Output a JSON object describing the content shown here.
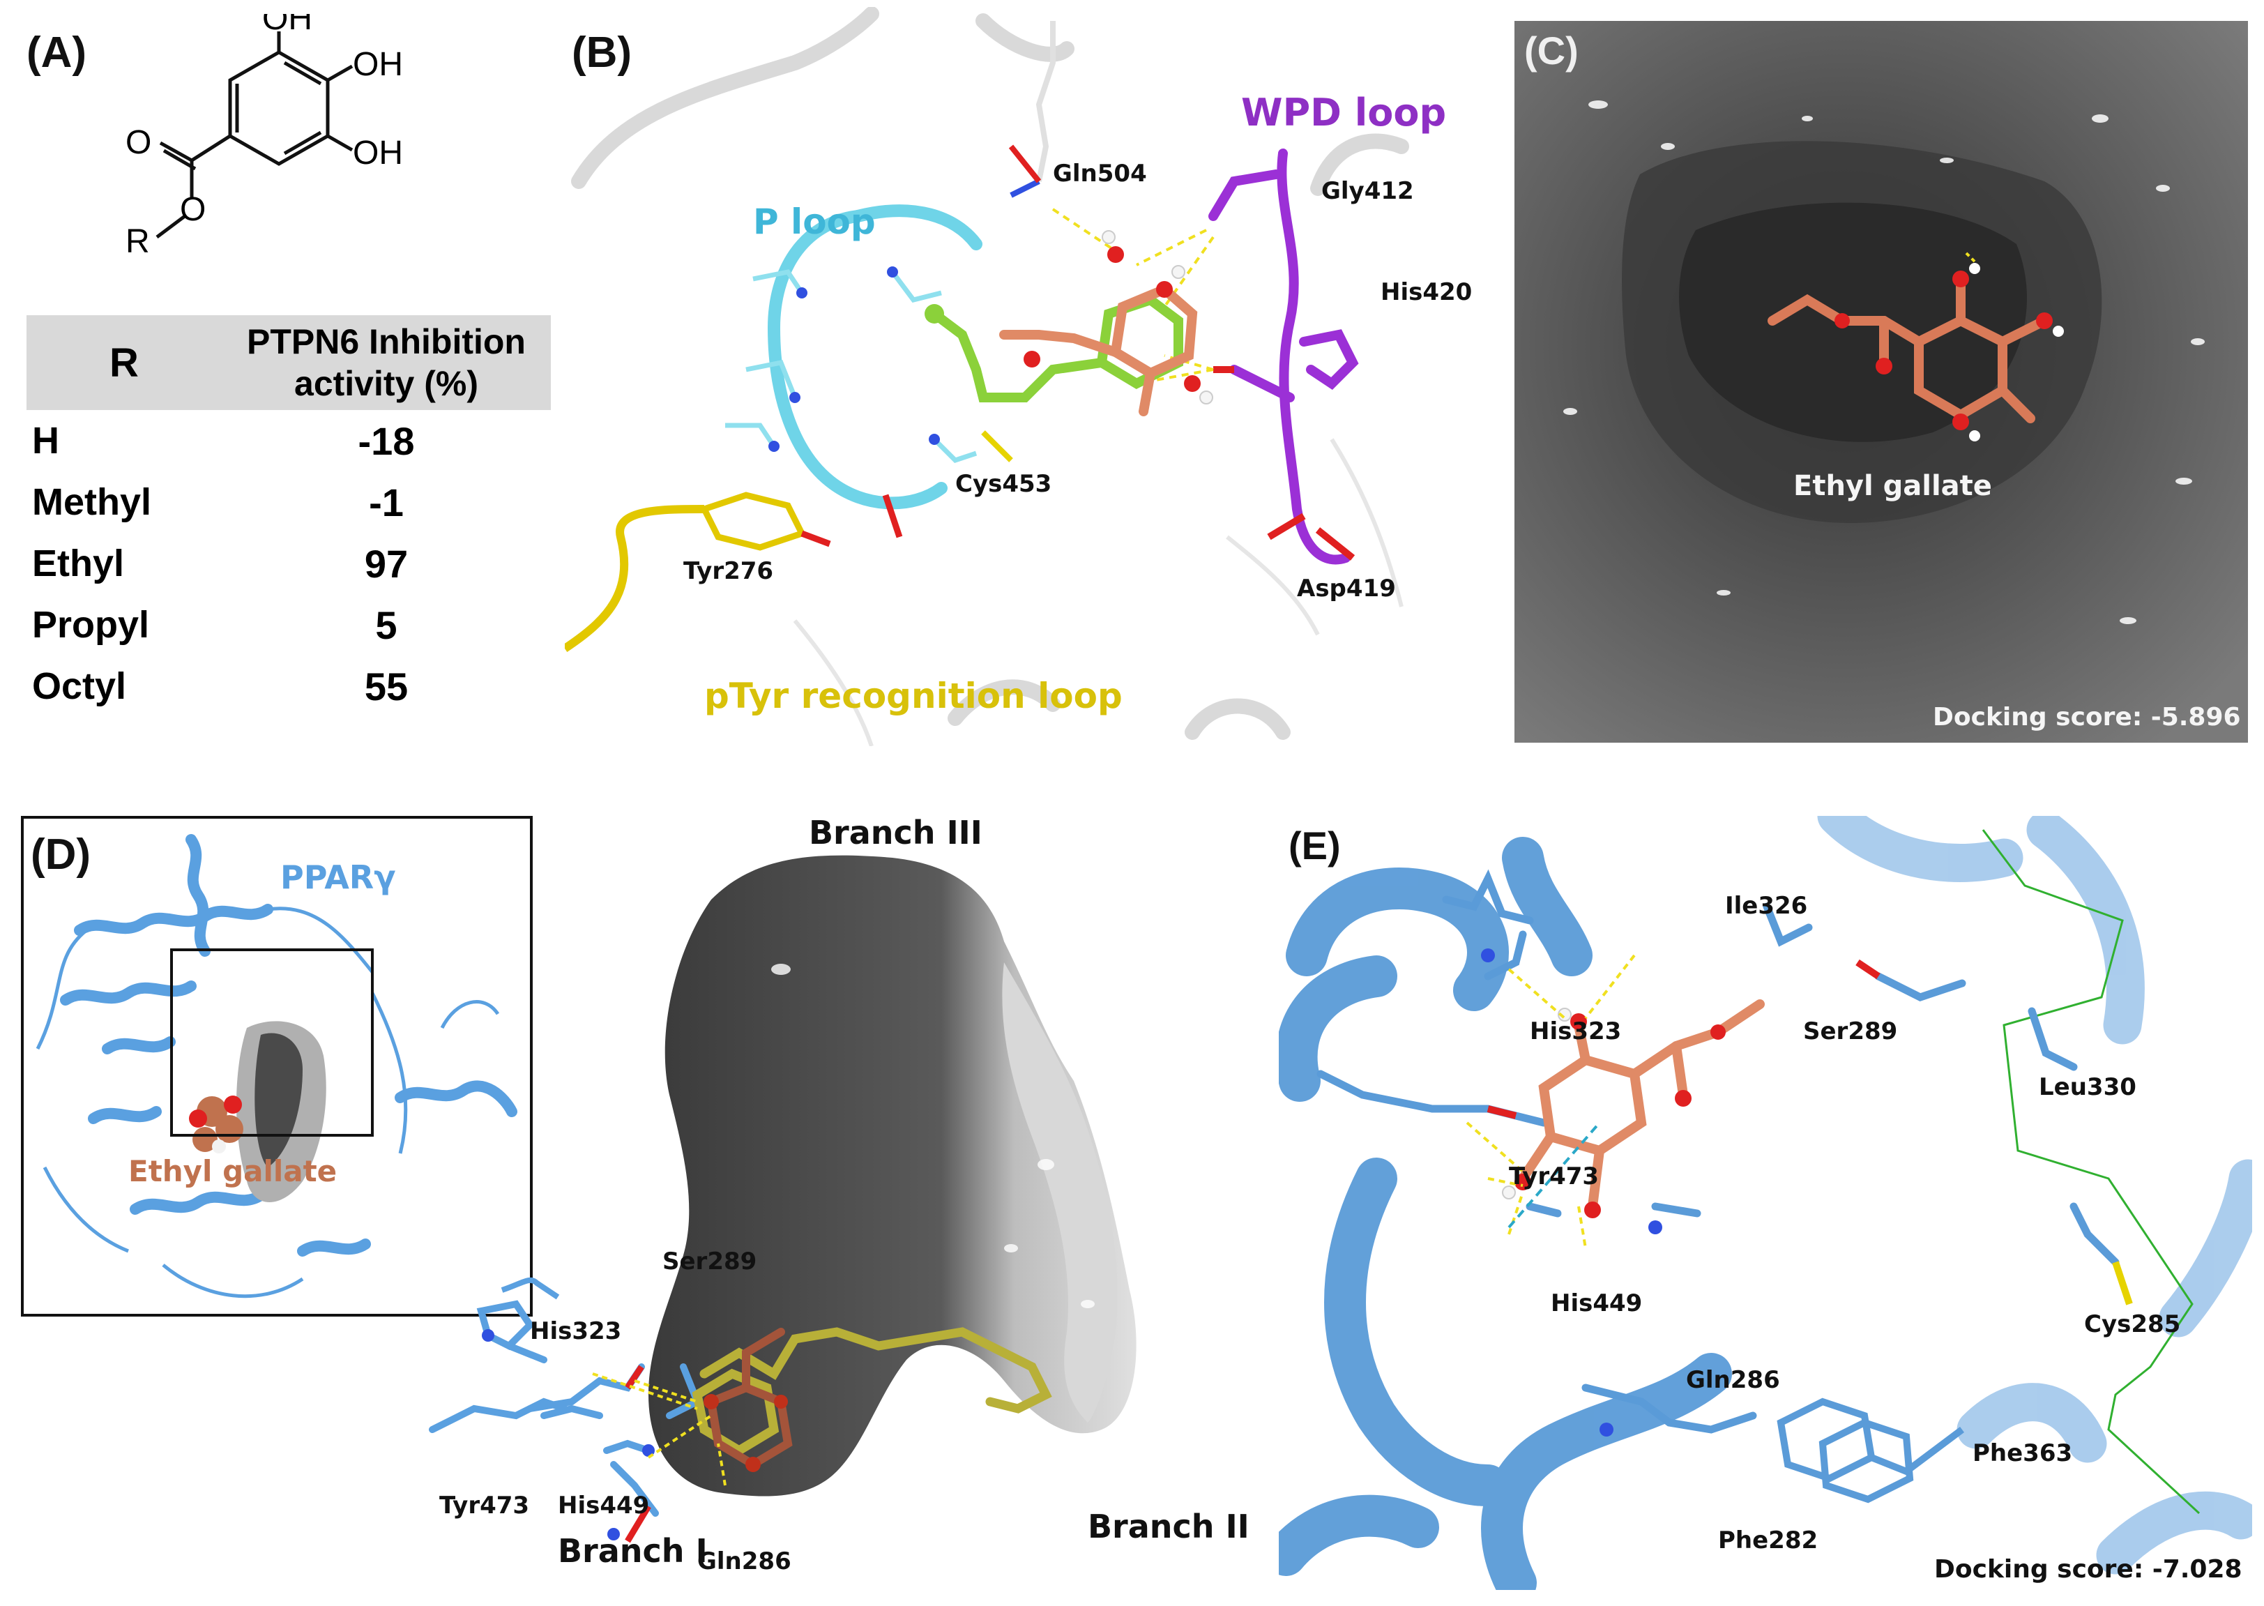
{
  "panel_a": {
    "label": "(A)",
    "structure": {
      "oh_top": "OH",
      "oh_mid": "OH",
      "oh_bot": "OH",
      "carbonyl_o": "O",
      "ester_o": "O",
      "r_group": "R"
    },
    "table": {
      "header_r": "R",
      "header_activity": "PTPN6 Inhibition activity (%)",
      "rows": [
        {
          "r": "H",
          "value": "-18"
        },
        {
          "r": "Methyl",
          "value": "-1"
        },
        {
          "r": "Ethyl",
          "value": "97"
        },
        {
          "r": "Propyl",
          "value": "5"
        },
        {
          "r": "Octyl",
          "value": "55"
        }
      ]
    }
  },
  "panel_b": {
    "label": "(B)",
    "loops": {
      "wpd": "WPD loop",
      "p": "P loop",
      "ptyr": "pTyr recognition loop"
    },
    "residues": [
      "Gln504",
      "Gly412",
      "His420",
      "Cys453",
      "Tyr276",
      "Asp419"
    ],
    "colors": {
      "wpd": "#8e2fc4",
      "p": "#3fb6d8",
      "ptyr": "#d8c10a",
      "ligand": "#e08a66",
      "ligand2": "#8bd13a"
    }
  },
  "panel_c": {
    "label": "(C)",
    "ligand_label": "Ethyl gallate",
    "docking": "Docking score: -5.896"
  },
  "panel_d": {
    "label": "(D)",
    "protein": "PPARγ",
    "ligand_label": "Ethyl gallate",
    "branches": {
      "b1": "Branch I",
      "b2": "Branch II",
      "b3": "Branch III"
    },
    "residues": [
      "Ser289",
      "His323",
      "Tyr473",
      "His449",
      "Gln286"
    ],
    "colors": {
      "protein": "#5aa0e0",
      "ligand": "#c0724e"
    }
  },
  "panel_e": {
    "label": "(E)",
    "residues": [
      "Ile326",
      "His323",
      "Ser289",
      "Leu330",
      "Tyr473",
      "His449",
      "Cys285",
      "Gln286",
      "Phe363",
      "Phe282"
    ],
    "docking": "Docking score: -7.028"
  }
}
